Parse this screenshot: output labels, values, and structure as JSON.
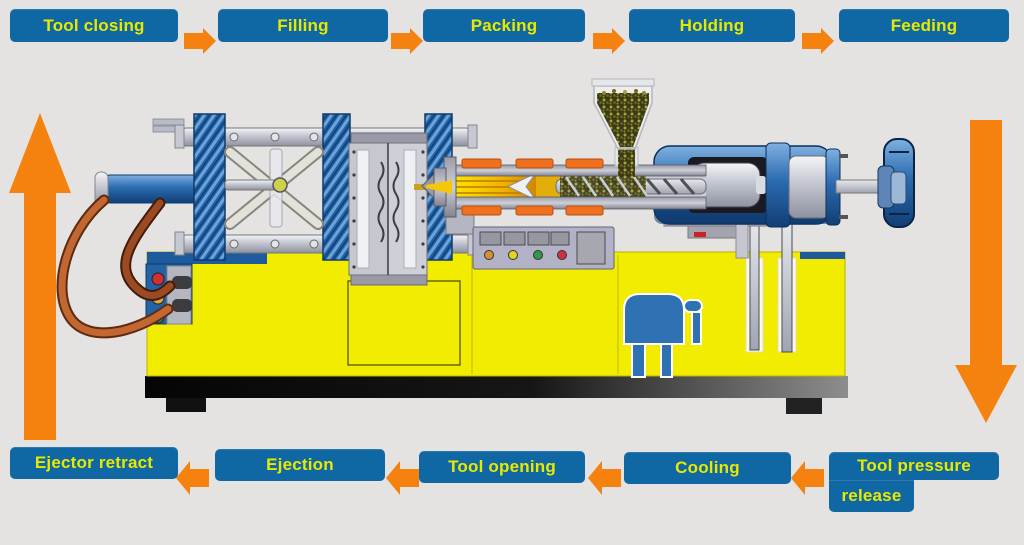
{
  "background_color": "#e4e3e1",
  "palette": {
    "step_box_blue": "#0f67a3",
    "step_label_yellow": "#e9e900",
    "arrow_orange": "#f5820e",
    "machine_body_yellow": "#f2ec00",
    "machine_blue": "#2565a8",
    "plinth_black": "#141414"
  },
  "cycle": {
    "top_row": {
      "direction": "left-to-right",
      "steps": [
        {
          "label": "Tool closing"
        },
        {
          "label": "Filling"
        },
        {
          "label": "Packing"
        },
        {
          "label": "Holding"
        },
        {
          "label": "Feeding"
        }
      ]
    },
    "right_connector": {
      "direction": "down"
    },
    "bottom_row": {
      "direction": "right-to-left",
      "steps": [
        {
          "label": "Tool pressure",
          "label_line2": "release"
        },
        {
          "label": "Cooling"
        },
        {
          "label": "Tool opening"
        },
        {
          "label": "Ejection"
        },
        {
          "label": "Ejector retract"
        }
      ]
    },
    "left_connector": {
      "direction": "up"
    }
  },
  "machine": {
    "illustration": "injection-molding-machine",
    "parts": [
      "clamp-cylinder",
      "rear-platen",
      "toggle-mechanism",
      "moving-platen",
      "mold",
      "stationary-platen",
      "nozzle",
      "barrel",
      "heater-bands",
      "screw",
      "check-ring",
      "hopper",
      "plastic-pellets",
      "injection-unit-housing",
      "injection-cylinder",
      "piston-rod",
      "handwheel",
      "control-panel",
      "indicator-lights",
      "hydraulic-hoses",
      "machine-base",
      "pedestal"
    ],
    "control_panel_light_colors": [
      "#d89030",
      "#ded620",
      "#2f9a4a",
      "#cc3340"
    ],
    "left_block_light_colors": [
      "#d03030",
      "#e8a830",
      "#2aa044"
    ]
  }
}
